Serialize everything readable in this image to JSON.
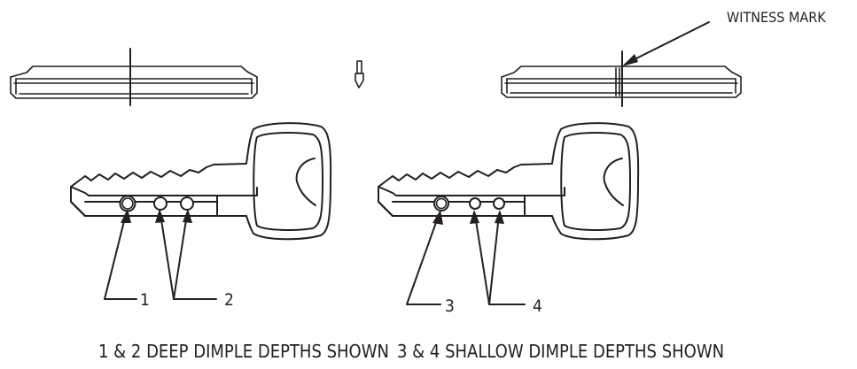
{
  "labels": {
    "witness_mark": "WITNESS MARK",
    "callouts": [
      "1",
      "2",
      "3",
      "4"
    ],
    "caption_left": "1 & 2 DEEP DIMPLE DEPTHS SHOWN",
    "caption_right": "3 & 4 SHALLOW DIMPLE DEPTHS SHOWN"
  }
}
